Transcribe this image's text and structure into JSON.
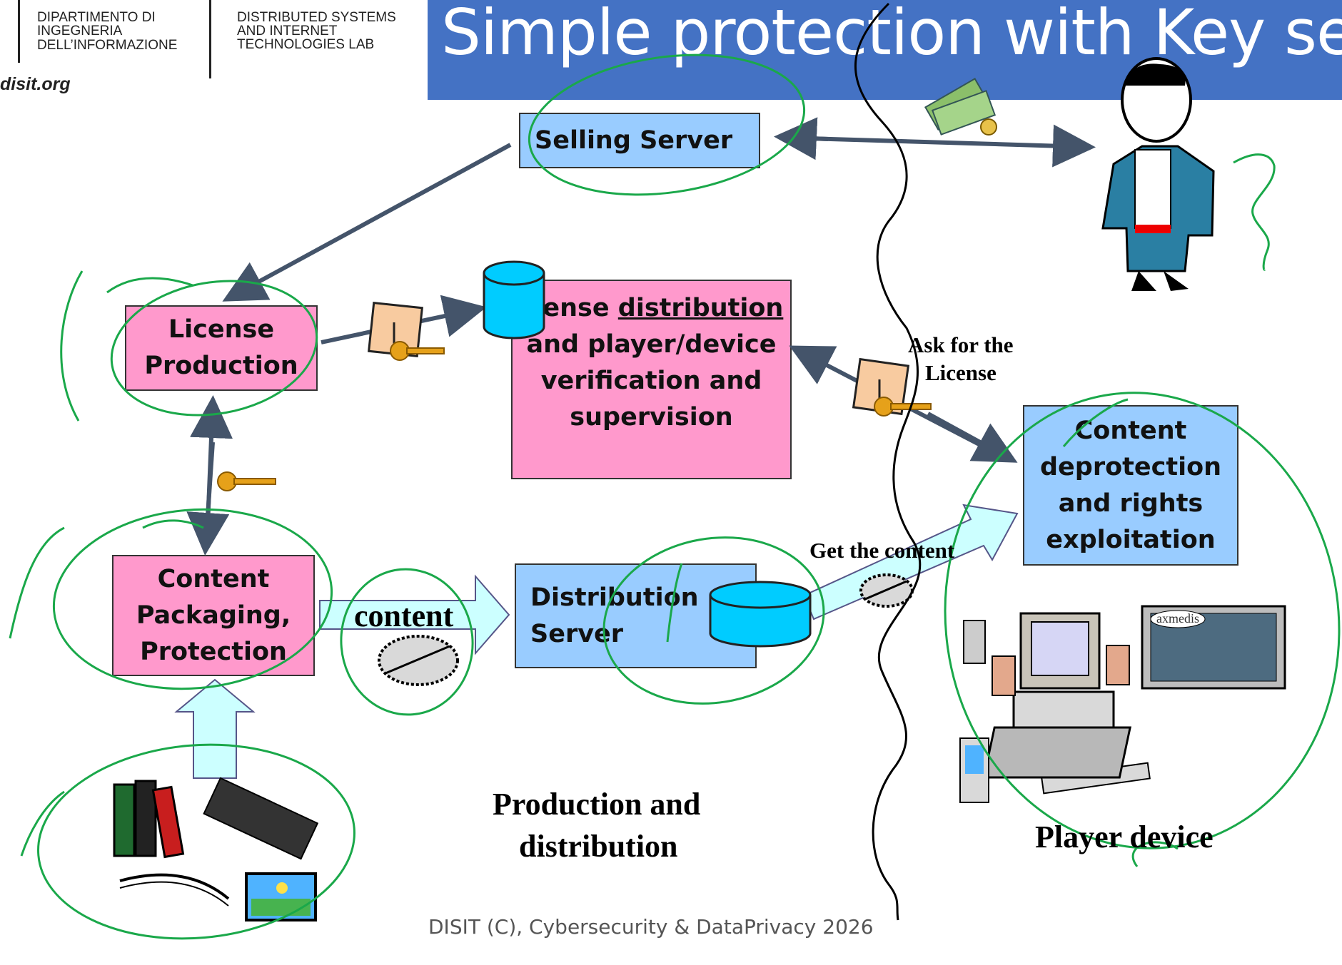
{
  "logo": {
    "dinfo_line1": "DIPARTIMENTO DI",
    "dinfo_line2": "INGEGNERIA",
    "dinfo_line3": "DELL’INFORMAZIONE",
    "disit_line1": "DISTRIBUTED SYSTEMS",
    "disit_line2": "AND INTERNET",
    "disit_line3": "TECHNOLOGIES LAB",
    "site": "disit.org"
  },
  "header": {
    "title": "Simple protection with Key ser"
  },
  "nodes": {
    "selling_server": "Selling Server",
    "license_production_line1": "License",
    "license_production_line2": "Production",
    "license_dist_line1_a": "icense ",
    "license_dist_line1_b": "distribution",
    "license_dist_line2": "and player/device",
    "license_dist_line3": "verification and",
    "license_dist_line4": "supervision",
    "content_packaging_line1": "Content",
    "content_packaging_line2": "Packaging,",
    "content_packaging_line3": "Protection",
    "distribution_server_line1": "Distribution",
    "distribution_server_line2": "Server",
    "deprotection_line1": "Content",
    "deprotection_line2": "deprotection",
    "deprotection_line3": "and rights",
    "deprotection_line4": "exploitation"
  },
  "labels": {
    "content_arrow": "content",
    "ask_line1": "Ask for the",
    "ask_line2": "License",
    "get_content": "Get the content",
    "production_line1": "Production and",
    "production_line2": "distribution",
    "player_device": "Player device",
    "axmedis": "axmedis"
  },
  "footer": {
    "text": "DISIT (C), Cybersecurity & DataPrivacy 2026"
  },
  "colors": {
    "header_blue": "#4472c4",
    "pink_box": "#ff99cc",
    "blue_box": "#99ccff",
    "annotation_green": "#1aa84a",
    "arrow_dark": "#44546a",
    "cylinder": "#00ccff"
  }
}
